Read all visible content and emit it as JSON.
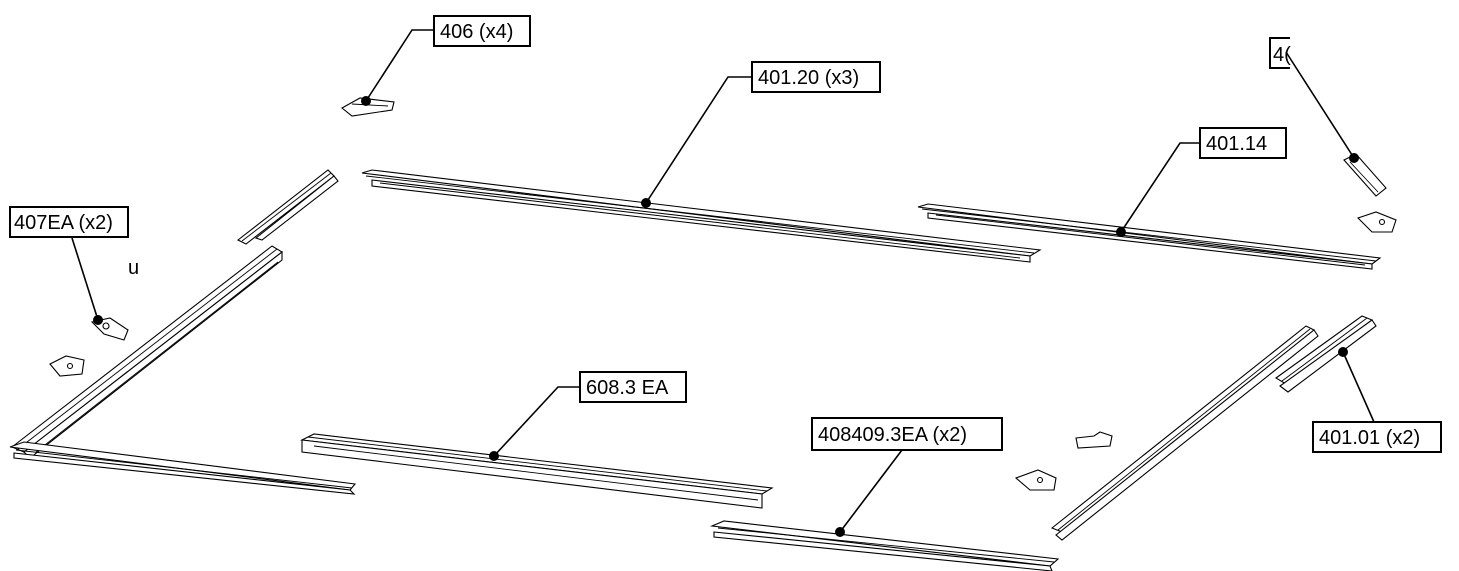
{
  "diagram": {
    "colors": {
      "ink": "#000000",
      "background": "#ffffff",
      "label_box": "#ffffff"
    },
    "callouts": [
      {
        "id": "c406",
        "text": "406 (x4)"
      },
      {
        "id": "c40120",
        "text": "401.20 (x3)"
      },
      {
        "id": "c40114",
        "text": "401.14"
      },
      {
        "id": "c4clip",
        "text": "4("
      },
      {
        "id": "c407",
        "text": "407EA (x2)"
      },
      {
        "id": "c6083",
        "text": "608.3 EA"
      },
      {
        "id": "c408",
        "text": "408409.3EA (x2)"
      },
      {
        "id": "c40101",
        "text": "401.01 (x2)"
      }
    ],
    "stray_text": "u"
  }
}
